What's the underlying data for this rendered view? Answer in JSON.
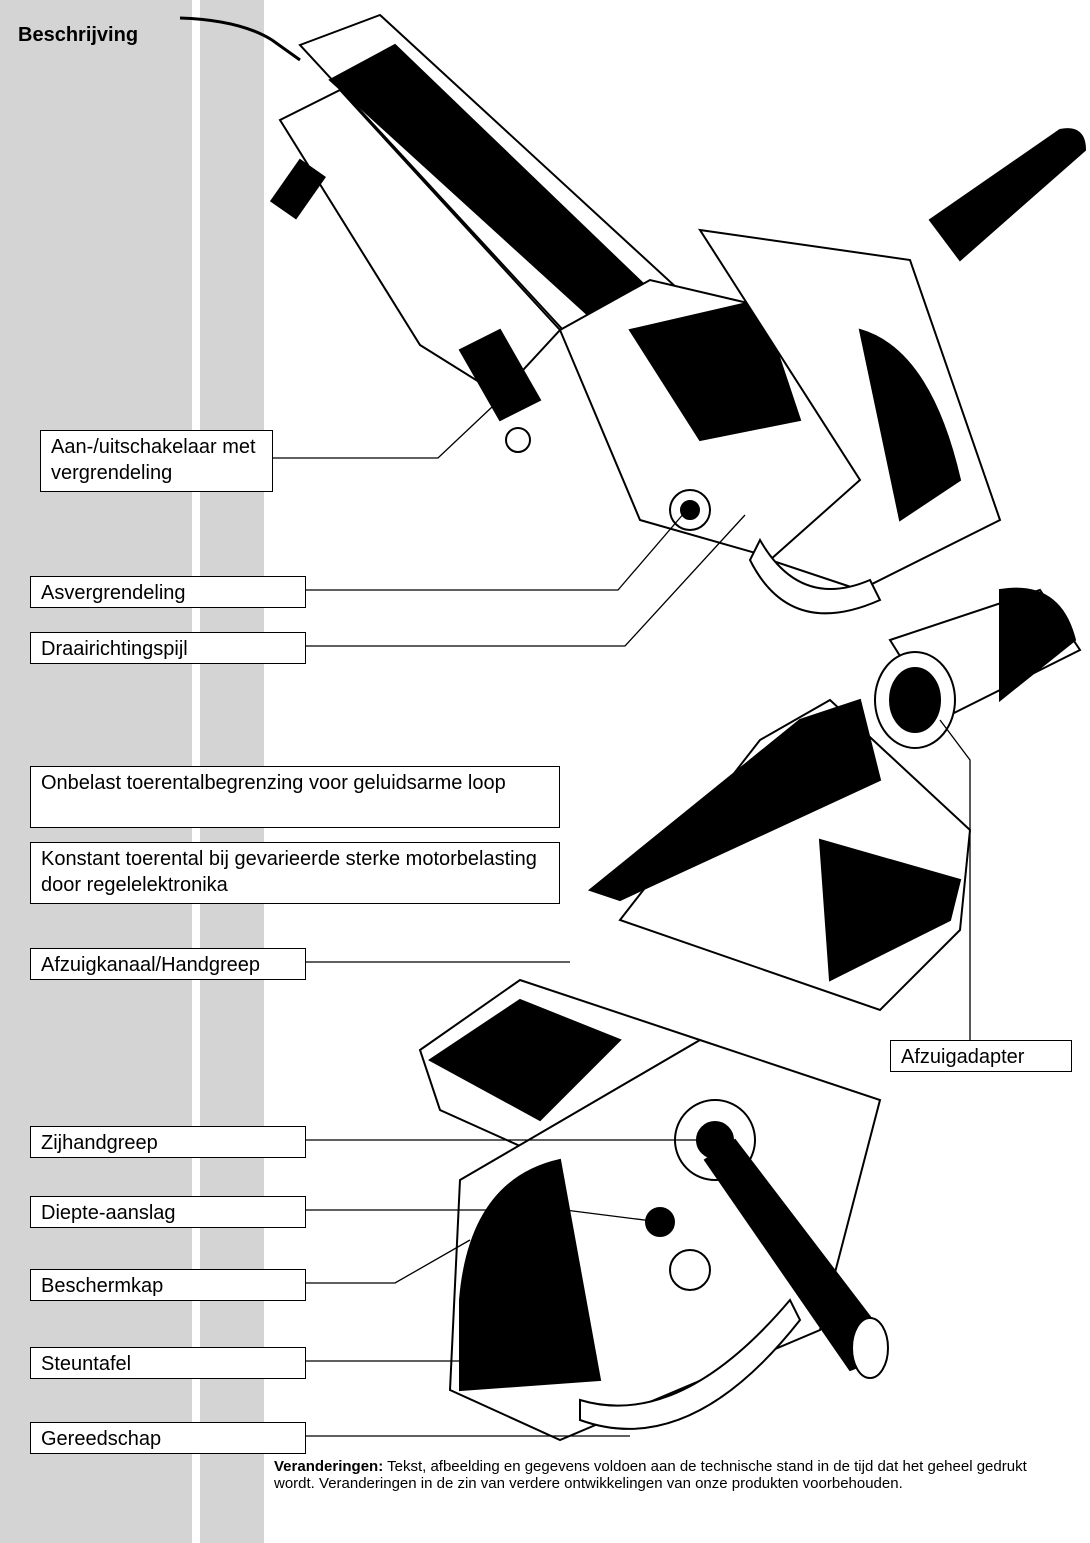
{
  "section_title": "Beschrijving",
  "labels": {
    "switch": "Aan-/uitschakelaar met vergrendeling",
    "shaft_lock": "Asvergrendeling",
    "rotation_arrow": "Draairichtingspijl",
    "idle_speed": "Onbelast toerentalbegrenzing voor geluidsarme loop",
    "constant_speed": "Konstant toerental bij gevarieerde sterke motorbelasting door regelelektronika",
    "extraction_channel": "Afzuigkanaal/Handgreep",
    "extraction_adapter": "Afzuigadapter",
    "side_handle": "Zijhandgreep",
    "depth_stop": "Diepte-aanslag",
    "guard": "Beschermkap",
    "base_plate": "Steuntafel",
    "tool": "Gereedschap"
  },
  "footnote": {
    "heading": "Veranderingen:",
    "text": "Tekst, afbeelding en gegevens voldoen aan de technische stand in de tijd dat het geheel gedrukt wordt. Veranderingen in de zin van verdere ontwikkelingen van onze produkten voorbehouden."
  },
  "colors": {
    "side_stripe": "#d4d4d4",
    "ink": "#000000"
  }
}
